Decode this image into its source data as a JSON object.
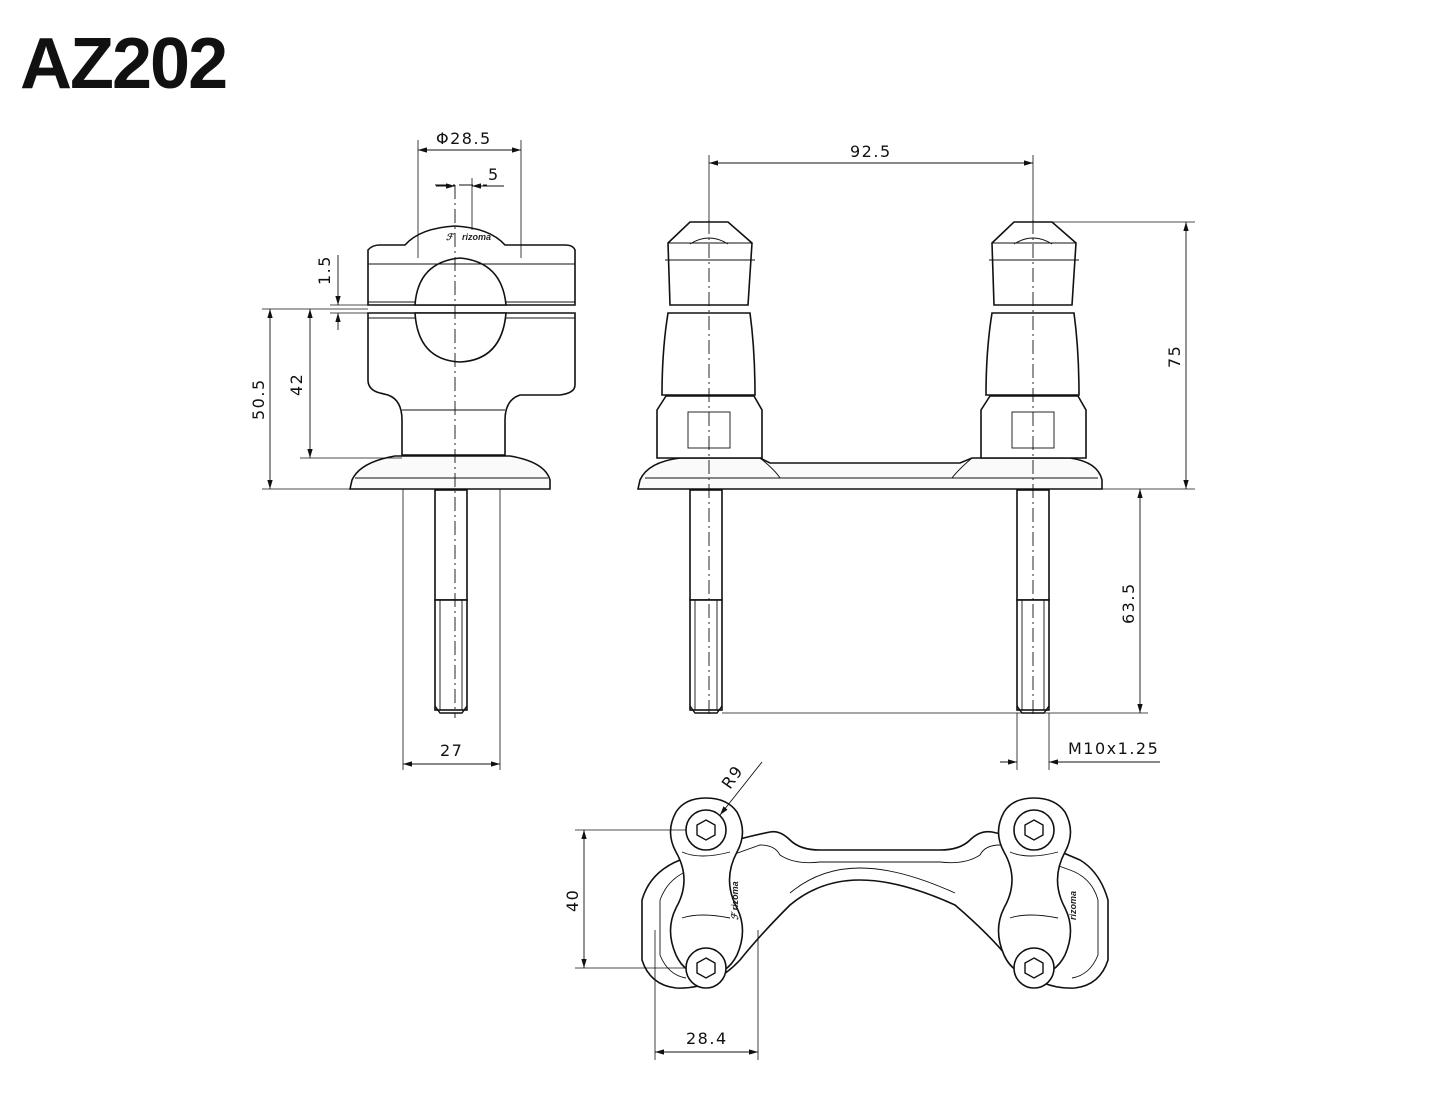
{
  "title": "AZ202",
  "logo_text": "rizoma",
  "dimensions": {
    "clamp_diameter": "Φ28.5",
    "offset": "5",
    "gap": "1.5",
    "height_to_flange": "42",
    "height_to_base": "50.5",
    "stud_width": "27",
    "center_distance": "92.5",
    "total_height": "75",
    "stud_length": "63.5",
    "thread": "M10x1.25",
    "radius": "R9",
    "bolt_spacing": "40",
    "clamp_width": "28.4"
  }
}
